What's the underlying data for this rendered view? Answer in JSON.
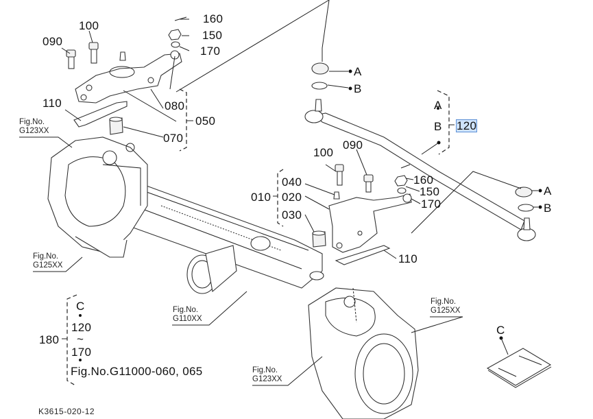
{
  "diagram": {
    "title": "Steering tie-rod / knuckle arm parts breakdown",
    "drawing_number": "K3615-020-12",
    "highlight_color": "#cfe3fb",
    "left_group": {
      "labels": {
        "p090": "090",
        "p100": "100",
        "p160": "160",
        "p150": "150",
        "p170": "170",
        "p110": "110",
        "p080": "080",
        "p070": "070",
        "assembly": "050"
      }
    },
    "center_group": {
      "labels": {
        "p100": "100",
        "p090": "090",
        "p160": "160",
        "p150": "150",
        "p170": "170",
        "p040": "040",
        "p020": "020",
        "p030": "030",
        "p110": "110",
        "assembly": "010"
      }
    },
    "tie_rod": {
      "part_number": "120",
      "included": [
        "A",
        "B"
      ],
      "left_end": {
        "a": "A",
        "b": "B"
      },
      "right_end": {
        "a": "A",
        "b": "B"
      }
    },
    "kit": {
      "part_number": "180",
      "items": [
        "C",
        "120",
        "~",
        "170",
        "Fig.No.G11000-060, 065"
      ],
      "sub_label": "C"
    },
    "figure_refs": [
      {
        "line1": "Fig.No.",
        "line2": "G123XX"
      },
      {
        "line1": "Fig.No.",
        "line2": "G125XX"
      },
      {
        "line1": "Fig.No.",
        "line2": "G110XX"
      },
      {
        "line1": "Fig.No.",
        "line2": "G125XX"
      },
      {
        "line1": "Fig.No.",
        "line2": "G123XX"
      }
    ]
  }
}
